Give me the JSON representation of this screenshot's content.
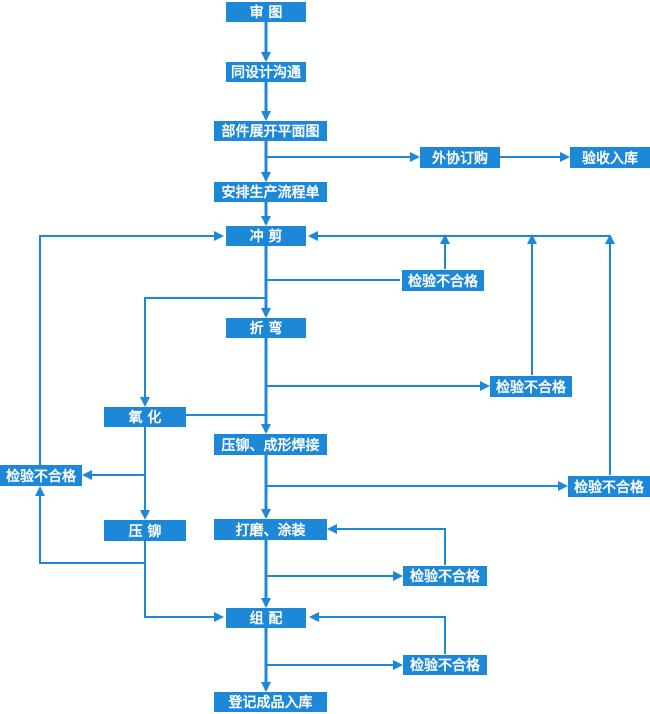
{
  "nodes": {
    "review_drawings": "审 图",
    "communicate_design": "同设计沟通",
    "unfold_drawing": "部件展开平面图",
    "outsource_purchase": "外协订购",
    "acceptance_storage": "验收入库",
    "schedule_production": "安排生产流程单",
    "punching_shearing": "冲 剪",
    "bending": "折 弯",
    "oxidation": "氧 化",
    "press_rivet_weld": "压铆、成形焊接",
    "press_rivet": "压 铆",
    "grinding_painting": "打磨、涂装",
    "assembly": "组 配",
    "register_storage": "登记成品入库",
    "inspect_fail_1": "检验不合格",
    "inspect_fail_2": "检验不合格",
    "inspect_fail_3": "检验不合格",
    "inspect_fail_4": "检验不合格",
    "inspect_fail_5": "检验不合格",
    "inspect_fail_6": "检验不合格"
  },
  "colors": {
    "accent": "#1e88d8",
    "text": "#ffffff"
  }
}
